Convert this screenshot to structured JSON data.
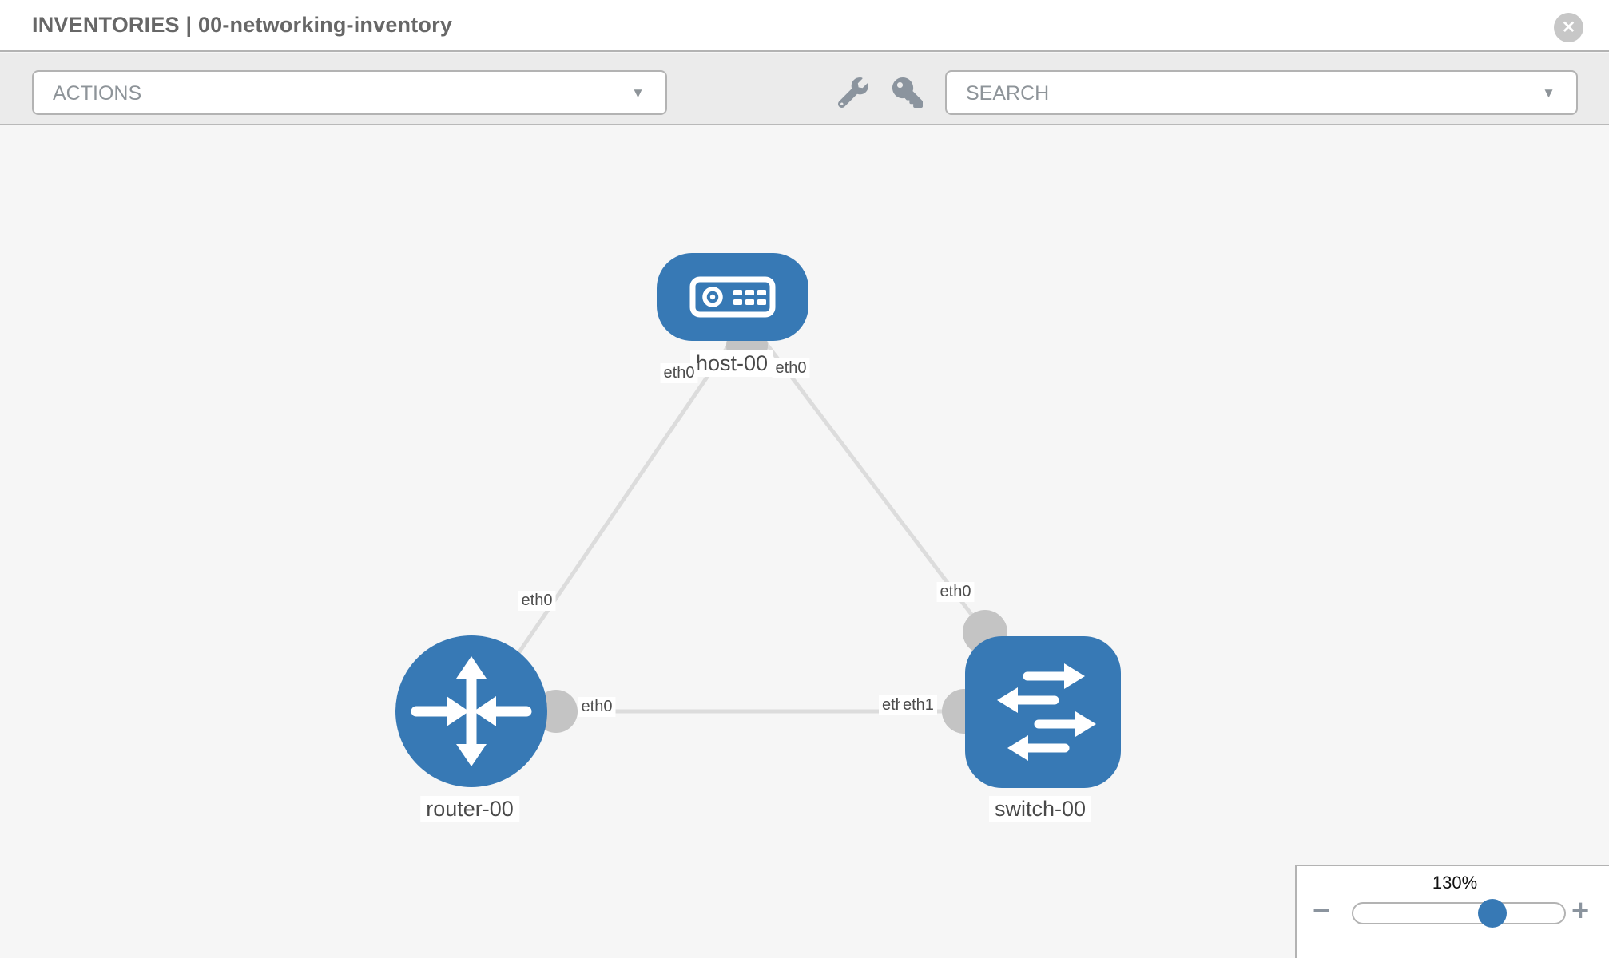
{
  "header": {
    "title": "INVENTORIES | 00-networking-inventory"
  },
  "toolbar": {
    "actions_label": "ACTIONS",
    "search_label": "SEARCH"
  },
  "icons": {
    "close": "✕",
    "caret": "▼",
    "wrench": "wrench",
    "key": "key"
  },
  "topology": {
    "nodes": [
      {
        "id": "host-00",
        "type": "host",
        "label": "host-00"
      },
      {
        "id": "router-00",
        "type": "router",
        "label": "router-00"
      },
      {
        "id": "switch-00",
        "type": "switch",
        "label": "switch-00"
      }
    ],
    "links": [
      {
        "source": "host-00",
        "target": "router-00",
        "source_interface": "eth0",
        "target_interface": "eth0"
      },
      {
        "source": "host-00",
        "target": "switch-00",
        "source_interface": "eth0",
        "target_interface": "eth0"
      },
      {
        "source": "router-00",
        "target": "switch-00",
        "source_interface": "eth0",
        "target_interface": "eth1",
        "occluded_label": "eth0"
      }
    ]
  },
  "zoom_control": {
    "level_label": "130%",
    "minus_label": "−",
    "plus_label": "+",
    "slider_percent": 66
  },
  "colors": {
    "node_blue": "#3779b5",
    "link_gray": "#dcdcdc",
    "port_dot_gray": "#c4c4c4",
    "icon_gray": "#8b949e",
    "toolbar_bg": "#ebebeb",
    "canvas_bg": "#f6f6f6"
  }
}
